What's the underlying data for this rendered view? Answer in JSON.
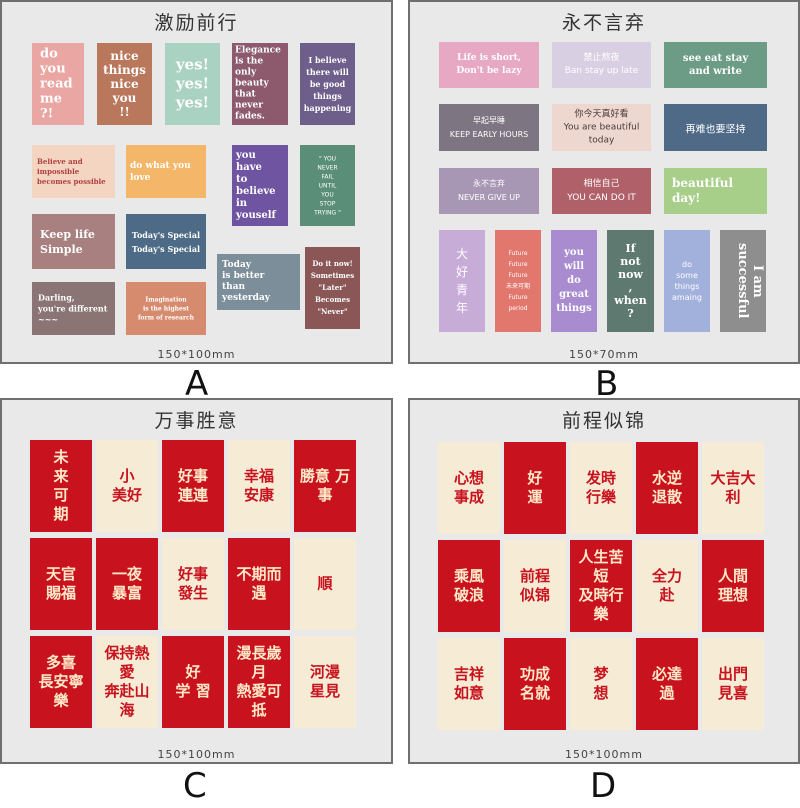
{
  "panels": {
    "a": {
      "title": "激励前行",
      "size": "150*100mm",
      "letter": "A"
    },
    "b": {
      "title": "永不言弃",
      "size": "150*70mm",
      "letter": "B"
    },
    "c": {
      "title": "万事胜意",
      "size": "150*100mm",
      "letter": "C"
    },
    "d": {
      "title": "前程似锦",
      "size": "150*100mm",
      "letter": "D"
    }
  },
  "a_cards": [
    {
      "text": "do\nyou\nread\nme\n?!",
      "bg": "#e9a6a2"
    },
    {
      "text": "nice\nthings\nnice\nyou\n!!",
      "bg": "#b9775c"
    },
    {
      "text": "yes!\nyes!\nyes!",
      "bg": "#a9d2c2"
    },
    {
      "text": "Elegance\nis the only\nbeauty\nthat\nnever\nfades.",
      "bg": "#8c5a6c"
    },
    {
      "text": "I believe\nthere will\nbe good\nthings\nhappening",
      "bg": "#6e5e8c"
    },
    {
      "text": "Believe and\nimpossible\nbecomes possible",
      "bg": "#f3d5c2"
    },
    {
      "text": "do what you\nlove",
      "bg": "#f4b76a"
    },
    {
      "text": "you\nhave\nto\nbelieve\nin\nyouself",
      "bg": "#6f54a2"
    },
    {
      "text": "\" YOU\nNEVER\nFAIL\nUNTIL\nYOU\nSTOP\nTRYING \"",
      "bg": "#5a8e78"
    },
    {
      "text": "Keep life\nSimple",
      "bg": "#a88080"
    },
    {
      "text": "Today's Special\nToday's Special",
      "bg": "#4d6b86"
    },
    {
      "text": "Today\nis better\nthan\nyesterday",
      "bg": "#7b8e9a"
    },
    {
      "text": "Do it now!\nSometimes\n\"Later\"\nBecomes\n\"Never\"",
      "bg": "#8a5656"
    },
    {
      "text": "Darling,\nyou're different\n~~~",
      "bg": "#8a7474"
    },
    {
      "text": "Imagination\nis the highest\nform of research",
      "bg": "#d68b6e"
    }
  ],
  "b_cards": [
    {
      "text": "Life is short,\nDon't be lazy",
      "bg": "#e7a8c4"
    },
    {
      "text": "禁止熬夜\nBan stay up late",
      "bg": "#d8cfe3"
    },
    {
      "text": "see eat stay\nand write",
      "bg": "#6d9c86"
    },
    {
      "text": "早起早睡\nKEEP EARLY HOURS",
      "bg": "#7d7581"
    },
    {
      "text": "你今天真好看\nYou are beautiful today",
      "bg": "#eed7cf"
    },
    {
      "text": "再难也要坚持",
      "bg": "#4e6a86"
    },
    {
      "text": "永不言弃\nNEVER GIVE UP",
      "bg": "#a797b5"
    },
    {
      "text": "相信自己\nYOU CAN DO IT",
      "bg": "#b06069"
    },
    {
      "text": "beautiful\nday!",
      "bg": "#a8cf8a"
    },
    {
      "text": "大\n好\n青\n年",
      "bg": "#c7acd8"
    },
    {
      "text": "Future\nFuture\nFuture\n未来可期\nFuture period",
      "bg": "#e2776e"
    },
    {
      "text": "you\nwill\ndo\ngreat\nthings",
      "bg": "#a88ccf"
    },
    {
      "text": "If\nnot\nnow\n,\nwhen\n?",
      "bg": "#5e7a70"
    },
    {
      "text": "do\nsome\nthings\namaing",
      "bg": "#a2b0dc"
    },
    {
      "text": "I am successful",
      "bg": "#8e8e8e"
    }
  ],
  "c_cards": [
    {
      "text": "未\n来\n可\n期",
      "kind": "red"
    },
    {
      "text": "小\n美好",
      "kind": "cream"
    },
    {
      "text": "好事\n連連",
      "kind": "red"
    },
    {
      "text": "幸福\n安康",
      "kind": "cream"
    },
    {
      "text": "勝意 万事",
      "kind": "red"
    },
    {
      "text": "天官\n賜福",
      "kind": "red"
    },
    {
      "text": "一夜\n暴富",
      "kind": "red"
    },
    {
      "text": "好事\n發生",
      "kind": "cream"
    },
    {
      "text": "不期而遇",
      "kind": "red"
    },
    {
      "text": "順",
      "kind": "cream"
    },
    {
      "text": "多喜\n長安寧樂",
      "kind": "red"
    },
    {
      "text": "保持熱愛\n奔赴山海",
      "kind": "cream"
    },
    {
      "text": "好\n学 習",
      "kind": "red"
    },
    {
      "text": "漫長歲月\n熱愛可抵",
      "kind": "red"
    },
    {
      "text": "河漫\n星見",
      "kind": "cream"
    }
  ],
  "d_cards": [
    {
      "text": "心想\n事成",
      "kind": "cream"
    },
    {
      "text": "好\n運",
      "kind": "red"
    },
    {
      "text": "发時\n行樂",
      "kind": "cream"
    },
    {
      "text": "水逆\n退散",
      "kind": "red"
    },
    {
      "text": "大吉大利",
      "kind": "cream"
    },
    {
      "text": "乘風\n破浪",
      "kind": "red"
    },
    {
      "text": "前程\n似锦",
      "kind": "cream"
    },
    {
      "text": "人生苦短\n及時行樂",
      "kind": "red"
    },
    {
      "text": "全力\n赴",
      "kind": "cream"
    },
    {
      "text": "人間\n理想",
      "kind": "red"
    },
    {
      "text": "吉祥\n如意",
      "kind": "cream"
    },
    {
      "text": "功成\n名就",
      "kind": "red"
    },
    {
      "text": "梦\n想",
      "kind": "cream"
    },
    {
      "text": "必達\n過",
      "kind": "red"
    },
    {
      "text": "出門\n見喜",
      "kind": "cream"
    }
  ]
}
